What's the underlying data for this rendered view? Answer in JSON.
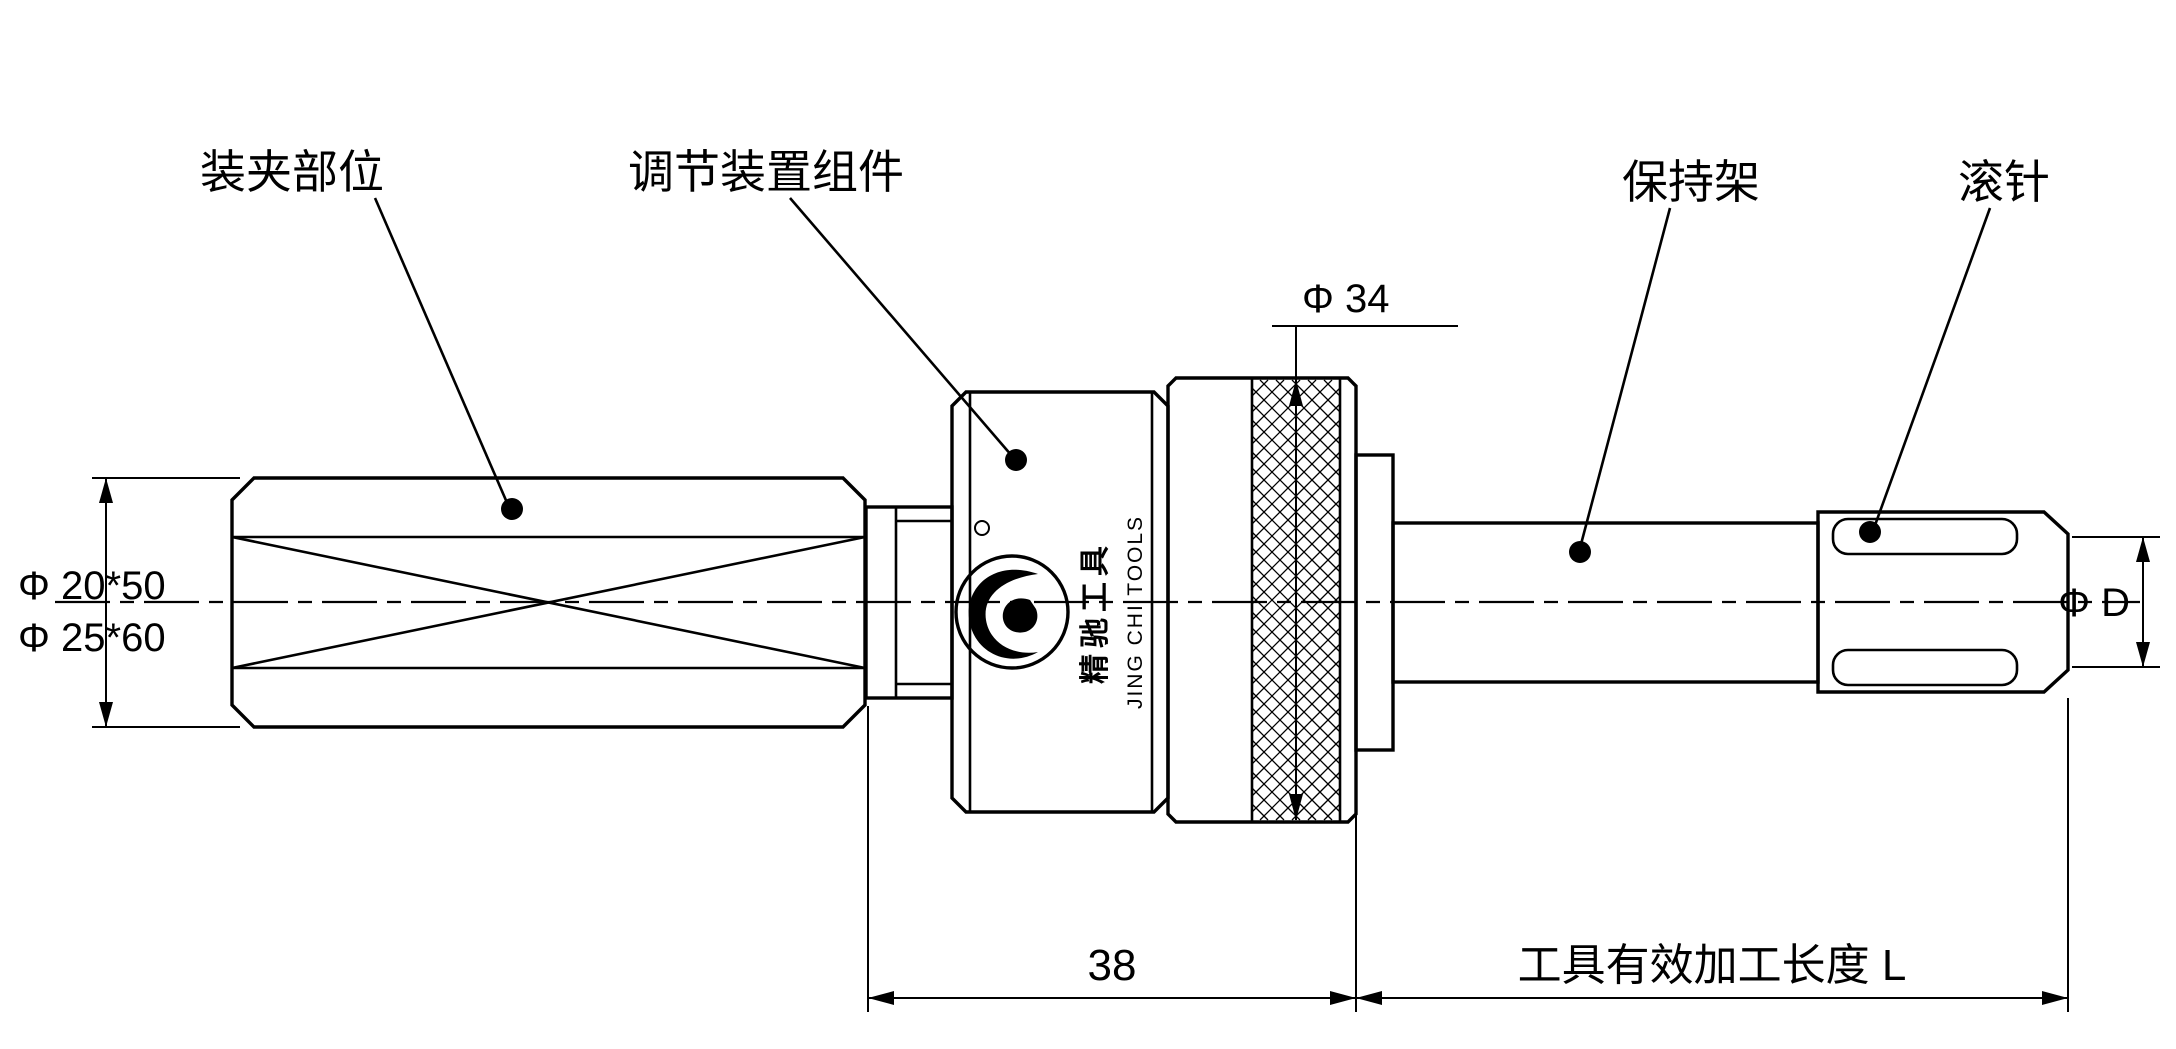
{
  "colors": {
    "ink": "#000000",
    "paper": "#ffffff"
  },
  "callouts": {
    "clamping": {
      "label": "装夹部位"
    },
    "adjuster": {
      "label": "调节装置组件"
    },
    "cage": {
      "label": "保持架"
    },
    "roller": {
      "label": "滚针"
    }
  },
  "dims": {
    "shank_top": "Φ 20*50",
    "shank_bottom": "Φ 25*60",
    "knurl_dia": "Φ 34",
    "tip_dia": "Φ D",
    "body_length": "38",
    "working_length": "工具有效加工长度  L"
  },
  "brand": {
    "cn": "精驰工具",
    "en": "JING CHI TOOLS"
  }
}
